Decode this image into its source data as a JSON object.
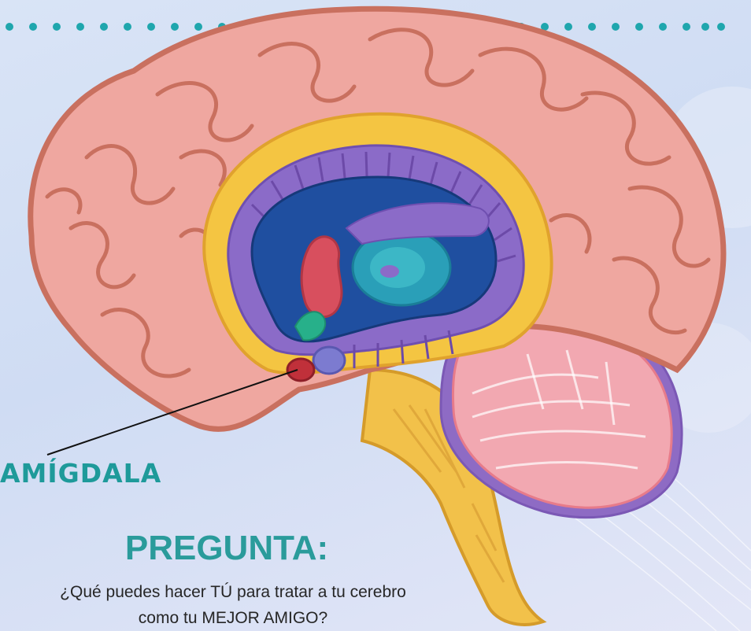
{
  "header": {
    "cut_off_text": ""
  },
  "diagram": {
    "label": "AMÍGDALA"
  },
  "question": {
    "title": "PREGUNTA:",
    "line1": "¿Qué puedes hacer TÚ para tratar a tu cerebro",
    "line2": "como tu MEJOR AMIGO?"
  },
  "colors": {
    "accent": "#2a9b9b",
    "cortex": "#efa7a0",
    "cortex_outline": "#c9705f",
    "yellow": "#f4c542",
    "purple": "#8b6bc8",
    "blue": "#1f4fa0",
    "amygdala": "#c0303a"
  }
}
